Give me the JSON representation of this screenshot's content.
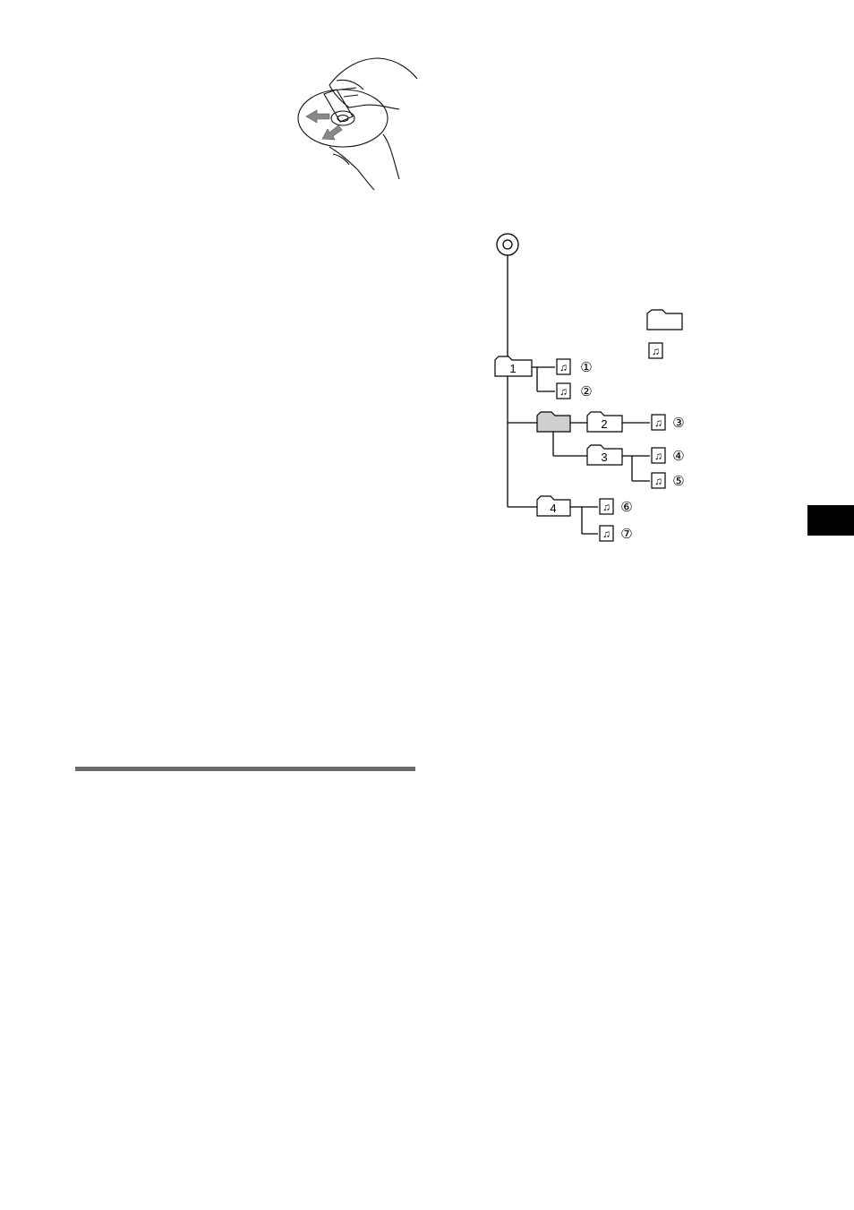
{
  "tree": {
    "folders": [
      {
        "id": "folder-1",
        "label": "1"
      },
      {
        "id": "folder-2",
        "label": "2"
      },
      {
        "id": "folder-3",
        "label": "3"
      },
      {
        "id": "folder-4",
        "label": "4"
      }
    ],
    "tracks": [
      "①",
      "②",
      "③",
      "④",
      "⑤",
      "⑥",
      "⑦"
    ]
  }
}
